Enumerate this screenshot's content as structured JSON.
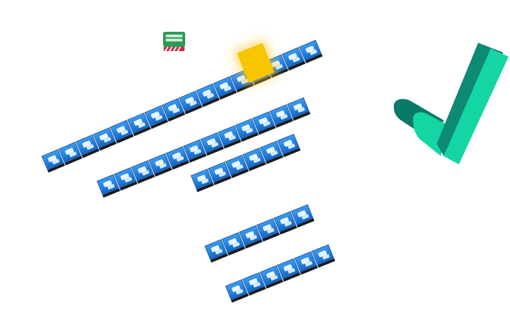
{
  "scene": {
    "background_color": "#ffffff",
    "tile_color": "#1f7fe0",
    "selected_color": "#f7c600",
    "check_color": "#13d6a4",
    "strips": [
      {
        "tiles": 16
      },
      {
        "tiles": 12
      },
      {
        "tiles": 6
      },
      {
        "tiles": 6
      },
      {
        "tiles": 6
      }
    ],
    "icons": {
      "machine": "machine-icon",
      "check": "checkmark-icon"
    }
  }
}
